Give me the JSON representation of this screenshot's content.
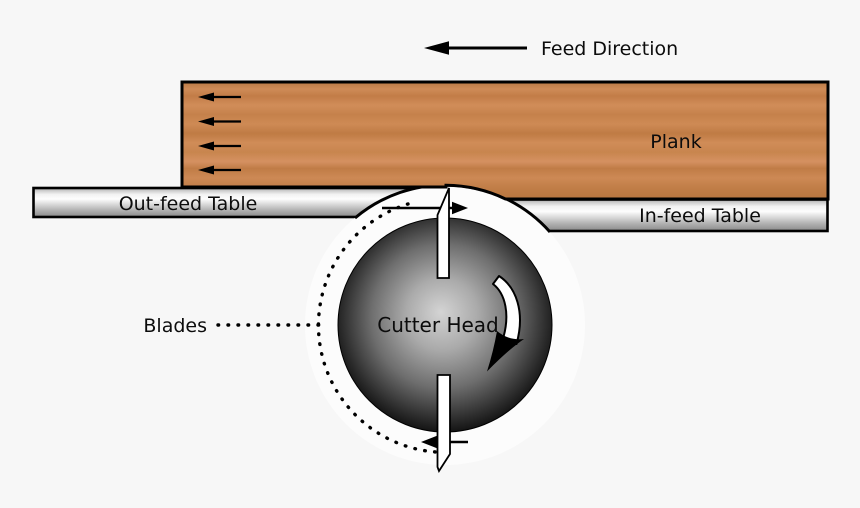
{
  "labels": {
    "feed_direction": "Feed Direction",
    "plank": "Plank",
    "out_feed_table": "Out-feed Table",
    "in_feed_table": "In-feed Table",
    "cutter_head": "Cutter Head",
    "blades": "Blades"
  },
  "colors": {
    "background": "#f7f7f7",
    "wood_base": "#c9854f",
    "wood_dark": "#b5723f",
    "wood_light": "#d79061",
    "metal_light": "#f2f2f2",
    "metal_dark": "#8a8a8a",
    "sphere_center": "#d4d4d4",
    "sphere_edge": "#0a0a0a",
    "housing_gap": "#fcfcfc",
    "outline": "#000000"
  }
}
